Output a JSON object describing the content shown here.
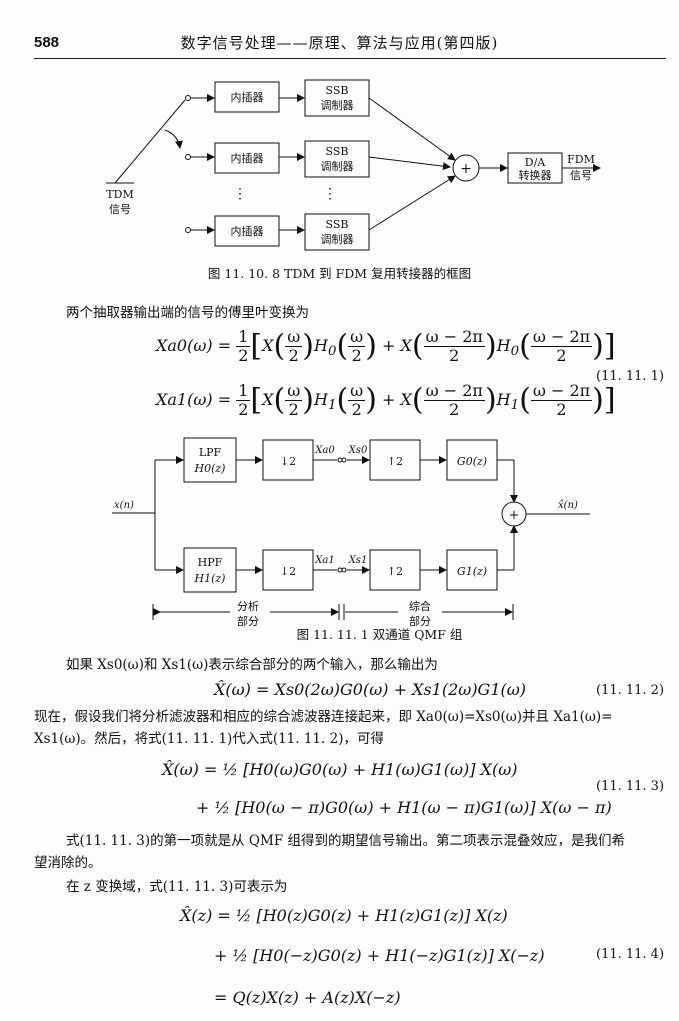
{
  "header": {
    "page_number": "588",
    "title": "数字信号处理——原理、算法与应用(第四版)"
  },
  "figure_1": {
    "interp_label": "内插器",
    "ssb_line1": "SSB",
    "ssb_line2": "调制器",
    "sum_symbol": "+",
    "da_line1": "D/A",
    "da_line2": "转换器",
    "fdm_line1": "FDM",
    "fdm_line2": "信号",
    "tdm_line1": "TDM",
    "tdm_line2": "信号",
    "vdots": "⋮",
    "caption": "图 11. 10. 8    TDM 到 FDM 复用转接器的框图"
  },
  "text": {
    "p1": "两个抽取器输出端的信号的傅里叶变换为",
    "p2": "如果 Xs0(ω)和 Xs1(ω)表示综合部分的两个输入，那么输出为",
    "p3a": "现在，假设我们将分析滤波器和相应的综合滤波器连接起来，即 Xa0(ω)=Xs0(ω)并且 Xa1(ω)=",
    "p3b": "Xs1(ω)。然后，将式(11. 11. 1)代入式(11. 11. 2)，可得",
    "p4a": "式(11. 11. 3)的第一项就是从 QMF 组得到的期望信号输出。第二项表示混叠效应，是我们希",
    "p4b": "望消除的。",
    "p5": "在 z 变换域，式(11. 11. 3)可表示为"
  },
  "equations": {
    "eq1_num": "(11. 11. 1)",
    "eq2_num": "(11. 11. 2)",
    "eq3_num": "(11. 11. 3)",
    "eq4_num": "(11. 11. 4)",
    "eq1a_lhs": "Xa0(ω) = ",
    "eq1b_lhs": "Xa1(ω) = ",
    "eq2": "X̂(ω) = Xs0(2ω)G0(ω) + Xs1(2ω)G1(ω)",
    "eq3a": "X̂(ω) = ½ [H0(ω)G0(ω) + H1(ω)G1(ω)] X(ω)",
    "eq3b": "+ ½ [H0(ω − π)G0(ω) + H1(ω − π)G1(ω)] X(ω − π)",
    "eq4a": "X̂(z) = ½ [H0(z)G0(z) + H1(z)G1(z)] X(z)",
    "eq4b": "+ ½ [H0(−z)G0(z) + H1(−z)G1(z)] X(−z)",
    "eq4c": "= Q(z)X(z) + A(z)X(−z)"
  },
  "figure_2": {
    "input": "x(n)",
    "output": "x̂(n)",
    "lpf": "LPF",
    "lpf_tf": "H0(z)",
    "hpf": "HPF",
    "hpf_tf": "H1(z)",
    "down": "↓2",
    "up": "↑2",
    "g0": "G0(z)",
    "g1": "G1(z)",
    "xa0": "Xa0",
    "xs0": "Xs0",
    "xa1": "Xa1",
    "xs1": "Xs1",
    "sum": "+",
    "analysis_l1": "分析",
    "analysis_l2": "部分",
    "synthesis_l1": "综合",
    "synthesis_l2": "部分",
    "caption": "图 11. 11. 1    双通道 QMF 组"
  }
}
